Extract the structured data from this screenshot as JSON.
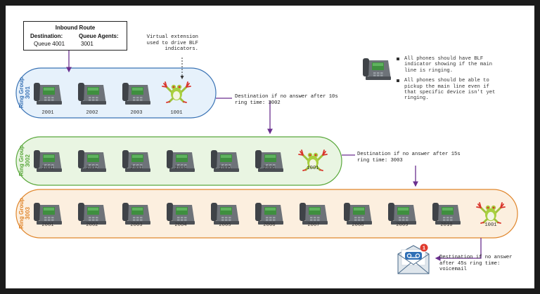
{
  "inbound_route": {
    "title": "Inbound Route",
    "destination_label": "Destination:",
    "destination_value": "Queue 4001",
    "queue_agents_label": "Queue Agents:",
    "queue_agents_value": "3001"
  },
  "virtual_note": "Virtual extension used to drive BLF indicators.",
  "notes": [
    "All phones should have BLF indicator showing if the main line is ringing.",
    "All phones should be able to pickup the main line even if that specific device isn't yet ringing."
  ],
  "groups": [
    {
      "label_top": "Ring Group",
      "label_num": "3001",
      "color": "#3a73b5",
      "fill": "#e6f1fb",
      "phones": [
        "2001",
        "2002",
        "2003"
      ],
      "virtual": "1001",
      "destination": "Destination if no answer after 10s ring time: 3002"
    },
    {
      "label_top": "Ring Group",
      "label_num": "3002",
      "color": "#5aa83c",
      "fill": "#e9f5e2",
      "phones": [
        "2001",
        "2002",
        "2003",
        "2004",
        "2005",
        "2006"
      ],
      "virtual": "1001",
      "destination": "Destination if no answer after 15s ring time: 3003"
    },
    {
      "label_top": "Ring Group",
      "label_num": "3003",
      "color": "#e0862c",
      "fill": "#fcefdf",
      "phones": [
        "2001",
        "2002",
        "2003",
        "2004",
        "2005",
        "2006",
        "2007",
        "2008",
        "2009",
        "2010"
      ],
      "virtual": "1001",
      "destination": "Destination if no answer after 45s ring time: voicemail"
    }
  ],
  "voicemail_badge": "1",
  "colors": {
    "arrow": "#6a2f8f",
    "phone_body": "#6e7379",
    "screen": "#3f8f3f"
  }
}
